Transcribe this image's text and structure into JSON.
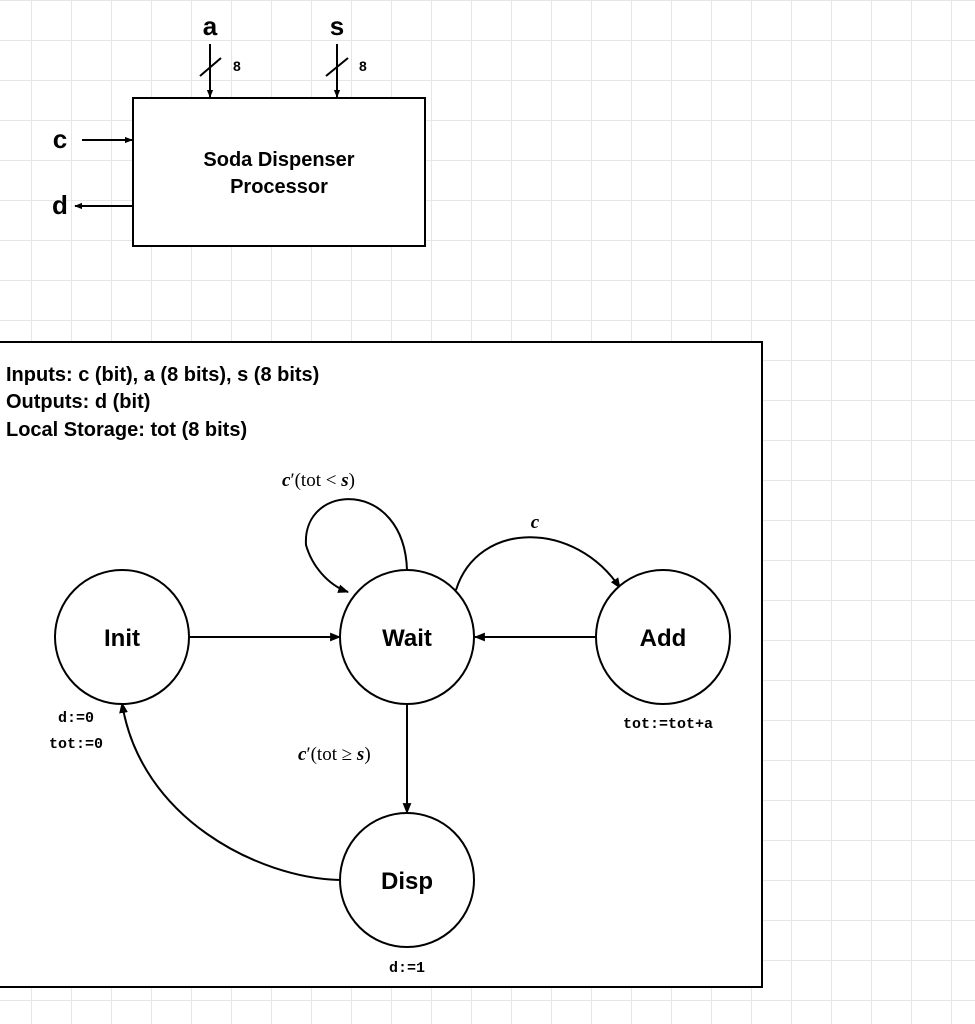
{
  "block": {
    "title_line1": "Soda Dispenser",
    "title_line2": "Processor",
    "inputs": {
      "a": "a",
      "s": "s",
      "c": "c"
    },
    "outputs": {
      "d": "d"
    },
    "bus_widths": {
      "a": "8",
      "s": "8"
    }
  },
  "fsm": {
    "info": {
      "inputs": "Inputs: c (bit), a (8 bits), s (8 bits)",
      "outputs": "Outputs: d (bit)",
      "storage": "Local Storage: tot (8 bits)"
    },
    "states": {
      "init": "Init",
      "wait": "Wait",
      "add": "Add",
      "disp": "Disp"
    },
    "actions": {
      "init_1": "d:=0",
      "init_2": "tot:=0",
      "add": "tot:=tot+a",
      "disp": "d:=1"
    },
    "transitions": {
      "wait_self": {
        "c": "c",
        "prime": "′",
        "open": "(tot < ",
        "s": "s",
        "close": ")"
      },
      "wait_to_add": {
        "c": "c"
      },
      "wait_to_disp": {
        "c": "c",
        "prime": "′",
        "open": "(tot ≥ ",
        "s": "s",
        "close": ")"
      }
    }
  }
}
